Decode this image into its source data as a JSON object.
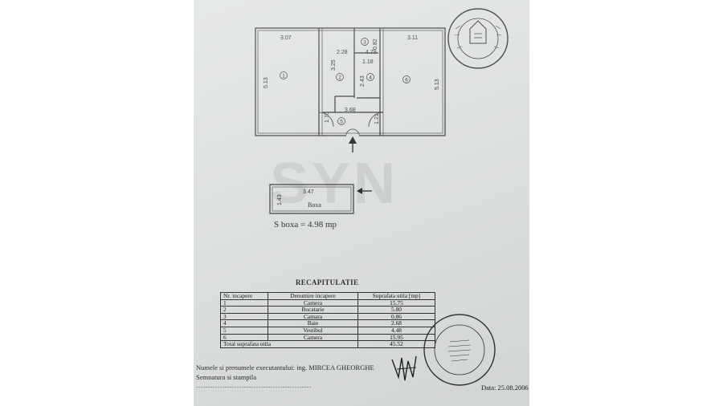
{
  "plan": {
    "dims": {
      "r1_top": "3.07",
      "r1_side": "5.13",
      "r2_top": "2.28",
      "r2_side": "3.25",
      "r3_side": "0.82",
      "r3_b": "4.79",
      "r4_top": "1.18",
      "r4_side": "2.43",
      "r6_top": "3.11",
      "r6_side": "5.13",
      "hall": "3.68",
      "hall_left": "1.70",
      "hall_right": "1.21"
    },
    "room_numbers": [
      "1",
      "2",
      "3",
      "4",
      "5",
      "6"
    ]
  },
  "boxa": {
    "width": "3.47",
    "height": "1.43",
    "label": "Boxa",
    "area_text": "S boxa = 4.98 mp"
  },
  "watermark": "SYN",
  "recap": {
    "title": "RECAPITULATIE",
    "headers": [
      "Nr. incapere",
      "Denumire incapere",
      "Suprafata utila [mp]"
    ],
    "rows": [
      [
        "1",
        "Camera",
        "15.75"
      ],
      [
        "2",
        "Bucatarie",
        "5.80"
      ],
      [
        "3",
        "Camara",
        "0.86"
      ],
      [
        "4",
        "Baie",
        "2.68"
      ],
      [
        "5",
        "Vestibul",
        "4.48"
      ],
      [
        "6",
        "Camera",
        "15.95"
      ]
    ],
    "total_label": "Total suprafata utila",
    "total_value": "45.52"
  },
  "footer": {
    "executant": "Numele si prenumele executantului: ing. MIRCEA GHEORGHE",
    "signature_label": "Semnatura si stampila",
    "dots": "................................................",
    "date": "Data: 25.08.2006"
  },
  "colors": {
    "paper": "#dfe2e2",
    "ink": "#1a1a1a",
    "stamp": "#2a2a2a"
  }
}
